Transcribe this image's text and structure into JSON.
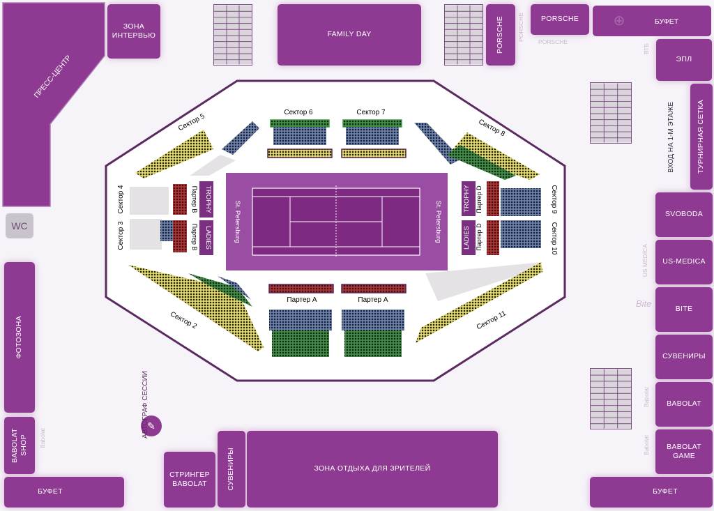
{
  "zones": {
    "press_center": "ПРЕСС-ЦЕНТР",
    "interview_zone": "ЗОНА ИНТЕРВЬЮ",
    "family_day": "FAMILY DAY",
    "porsche_vertical": "PORSCHE",
    "porsche": "PORSCHE",
    "buffet_top": "БУФЕТ",
    "epl": "ЭПЛ",
    "tournament_grid": "ТУРНИРНАЯ СЕТКА",
    "entrance_first_floor": "ВХОД НА 1-М ЭТАЖЕ",
    "svoboda": "SVOBODA",
    "us_medica": "US-MEDICA",
    "bite": "BITE",
    "souvenirs_right": "СУВЕНИРЫ",
    "babolat": "BABOLAT",
    "babolat_game": "BABOLAT GAME",
    "buffet_bottom_right": "БУФЕТ",
    "rest_zone": "ЗОНА ОТДЫХА ДЛЯ ЗРИТЕЛЕЙ",
    "souvenirs_bottom": "СУВЕНИРЫ",
    "stringer_babolat": "СТРИНГЕР BABOLAT",
    "buffet_bottom_left": "БУФЕТ",
    "babolat_shop": "BABOLAT SHOP",
    "photo_zone": "ФОТОЗОНА",
    "wc": "WC",
    "autograph_sessions": "АВТОГРАФ СЕССИИ"
  },
  "watermarks": {
    "porsche_top": "PORSCHE",
    "porsche_vertical": "PORSCHE",
    "vtb": "ВТБ",
    "us_medica": "US MEDICA",
    "bite": "Bite",
    "babolat_1": "Babolat",
    "babolat_2": "Babolat",
    "babolat_3": "Babolat"
  },
  "sectors": {
    "s2": "Сектор 2",
    "s3": "Сектор 3",
    "s4": "Сектор 4",
    "s5": "Сектор 5",
    "s6": "Сектор 6",
    "s7": "Сектор 7",
    "s8": "Сектор 8",
    "s9": "Сектор 9",
    "s10": "Сектор 10",
    "s11": "Сектор 11",
    "parter_a1": "Партер A",
    "parter_a2": "Партер A",
    "parter_b1": "Партер B",
    "parter_b2": "Партер B",
    "parter_d1": "Партер D",
    "parter_d2": "Партер D",
    "trophy_left": "TROPHY",
    "ladies_left": "LADIES",
    "trophy_right": "TROPHY",
    "ladies_right": "LADIES"
  },
  "court": {
    "name_left": "St. Petersburg",
    "name_right": "St. Petersburg"
  },
  "colors": {
    "zone": "#8e3a92",
    "court_surround": "#9a4ea3",
    "court": "#7e2a82",
    "yellow_seats": "#f1e75c",
    "green_seats": "#3d9a3d",
    "blue_seats": "#6f88b8",
    "red_seats": "#c4302b",
    "arena_outline": "#5a2a60"
  }
}
